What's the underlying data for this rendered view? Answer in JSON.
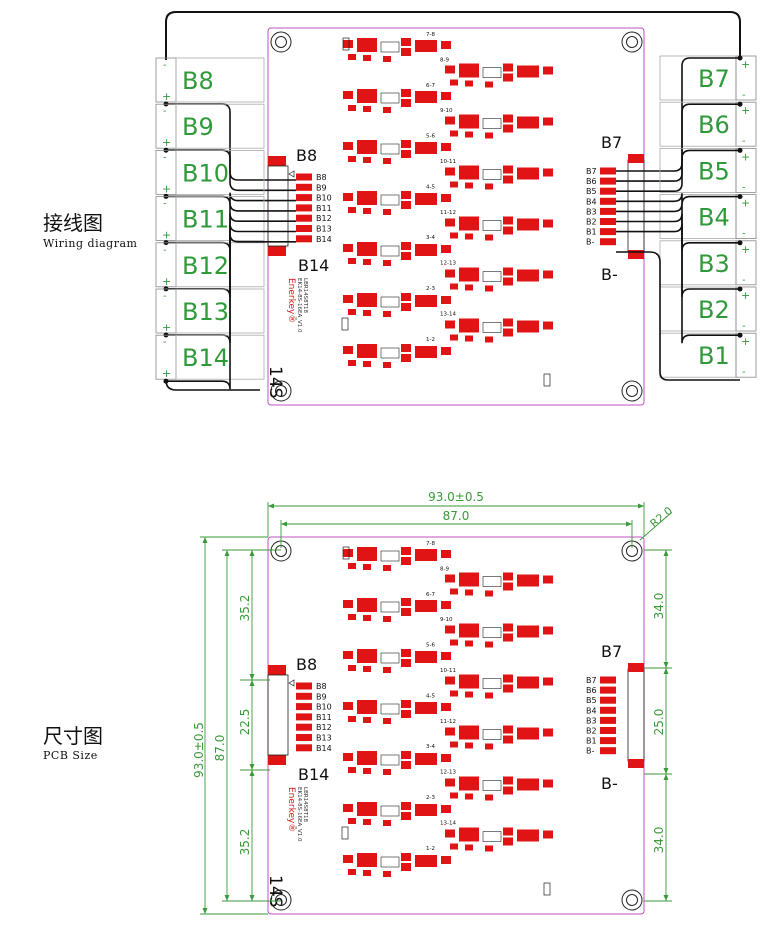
{
  "wiring": {
    "title_cn": "接线图",
    "title_en": "Wiring diagram",
    "cells_left": [
      "B8",
      "B9",
      "B10",
      "B11",
      "B12",
      "B13",
      "B14"
    ],
    "cells_right": [
      "B7",
      "B6",
      "B5",
      "B4",
      "B3",
      "B2",
      "B1"
    ],
    "plus_sign": "+",
    "minus_sign": "-"
  },
  "pcb": {
    "connector_left_pins": [
      "B8",
      "B9",
      "B10",
      "B11",
      "B12",
      "B13",
      "B14"
    ],
    "connector_left_top": "B8",
    "connector_left_bottom": "B14",
    "connector_right_pins": [
      "B7",
      "B6",
      "B5",
      "B4",
      "B3",
      "B2",
      "B1",
      "B-"
    ],
    "connector_right_top": "B7",
    "connector_right_bottom": "B-",
    "series_label": "14S",
    "brand": "Enerkey®",
    "model_line1": "EK14-8S-16EA_V1.0",
    "model_line2": "LBR14S8T18",
    "pair_labels": [
      "7-8",
      "8-9",
      "6-7",
      "9-10",
      "5-6",
      "10-11",
      "4-5",
      "11-12",
      "3-4",
      "12-13",
      "2-3",
      "13-14",
      "1-2"
    ]
  },
  "size": {
    "title_cn": "尺寸图",
    "title_en": "PCB Size",
    "dim_total_width": "93.0±0.5",
    "dim_hole_width": "87.0",
    "dim_corner_radius": "R2.0",
    "dim_total_height": "93.0±0.5",
    "dim_hole_height": "87.0",
    "dim_left_top": "35.2",
    "dim_left_mid": "22.5",
    "dim_left_bottom": "35.2",
    "dim_right_top": "34.0",
    "dim_right_mid": "25.0",
    "dim_right_bottom": "34.0"
  },
  "colors": {
    "board_outline": "#c04fc0",
    "pad_red": "#e01414",
    "cell_green": "#2f9a3a",
    "dimension_green": "#3a9a3a",
    "wire_black": "#111111"
  }
}
